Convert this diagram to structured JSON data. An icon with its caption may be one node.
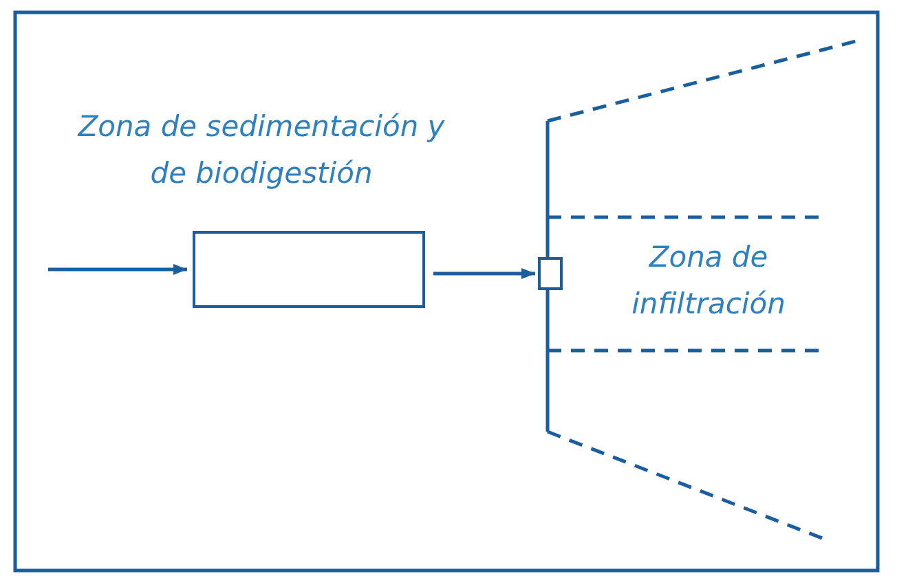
{
  "diagram": {
    "nodes": [
      {
        "text": [
          "Zona de sedimentación y de biodigestión"
        ]
      },
      {
        "text": [],
        "shape": "box"
      }
    ],
    "edges": [
      {
        "from": null,
        "to": 0,
        "arrow": "to"
      },
      {
        "from": 0,
        "to": 1,
        "arrow": "to"
      }
    ],
    "labels": [
      "Zona de infiltración"
    ]
  }
}
